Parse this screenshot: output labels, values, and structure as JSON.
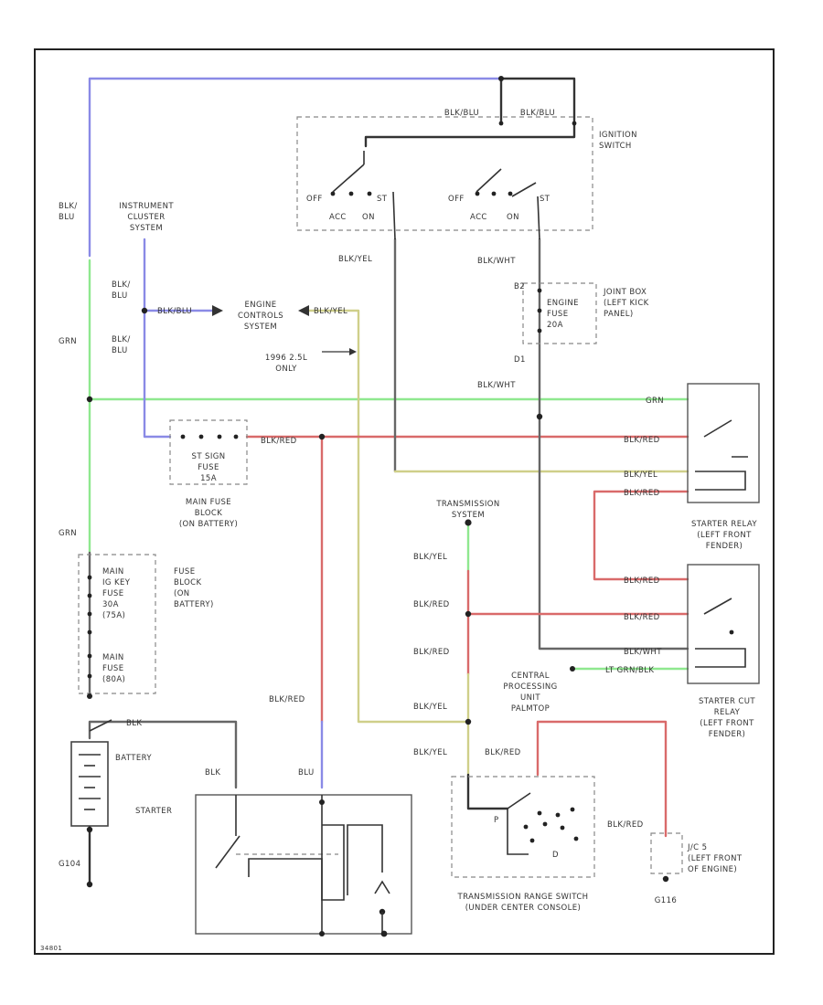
{
  "labels": {
    "ign_wire_left": "BLK/BLU",
    "ign_wire_right": "BLK/BLU",
    "ign_title_1": "IGNITION",
    "ign_title_2": "SWITCH",
    "sw1_off": "OFF",
    "sw1_st": "ST",
    "sw1_acc": "ACC",
    "sw1_on": "ON",
    "sw2_off": "OFF",
    "sw2_st": "ST",
    "sw2_acc": "ACC",
    "sw2_on": "ON",
    "left_blk_blu_1": "BLK/",
    "left_blk_blu_2": "BLU",
    "inst_1": "INSTRUMENT",
    "inst_2": "CLUSTER",
    "inst_3": "SYSTEM",
    "blkblu_a1": "BLK/",
    "blkblu_a2": "BLU",
    "blkblu_b1": "BLK/",
    "blkblu_b2": "BLU",
    "grn_a": "GRN",
    "grn_b": "GRN",
    "ecs_1": "ENGINE",
    "ecs_2": "CONTROLS",
    "ecs_3": "SYSTEM",
    "ecs_wire_l": "BLK/BLU",
    "ecs_wire_r": "BLK/YEL",
    "only_1": "1996 2.5L",
    "only_2": "ONLY",
    "blk_yel_a": "BLK/YEL",
    "blk_wht_a": "BLK/WHT",
    "blk_wht_b": "BLK/WHT",
    "jb_1": "JOINT BOX",
    "jb_2": "(LEFT KICK",
    "jb_3": "PANEL)",
    "jb_fuse_1": "ENGINE",
    "jb_fuse_2": "FUSE",
    "jb_fuse_3": "20A",
    "pin_b2": "B2",
    "pin_d1": "D1",
    "stfuse_1": "ST SIGN",
    "stfuse_2": "FUSE",
    "stfuse_3": "15A",
    "mfb_1": "MAIN FUSE",
    "mfb_2": "BLOCK",
    "mfb_3": "(ON BATTERY)",
    "blk_red_a": "BLK/RED",
    "grn_c": "GRN",
    "blk_red_b": "BLK/RED",
    "blk_yel_b": "BLK/YEL",
    "blk_red_c": "BLK/RED",
    "blk_red_d": "BLK/RED",
    "blk_wht_c": "BLK/WHT",
    "lt_green": "LT GRN/BLK",
    "sr_1": "STARTER RELAY",
    "sr_2": "(LEFT FRONT",
    "sr_3": "FENDER)",
    "sc_1": "STARTER CUT",
    "sc_2": "RELAY",
    "sc_3": "(LEFT FRONT",
    "sc_4": "FENDER)",
    "ts_1": "TRANSMISSION",
    "ts_2": "SYSTEM",
    "by_c": "BLK/YEL",
    "br_e": "BLK/RED",
    "br_f": "BLK/RED",
    "by_d": "BLK/YEL",
    "by_e": "BLK/YEL",
    "br_g": "BLK/RED",
    "cpu_1": "CENTRAL",
    "cpu_2": "PROCESSING",
    "cpu_3": "UNIT",
    "cpu_4": "PALMTOP",
    "mf_1": "MAIN",
    "mf_2": "FUSE",
    "mf_3": "BLOCK",
    "mf_4": "(ON",
    "mf_5": "BATTERY)",
    "key_1": "IG KEY",
    "key_2": "FUSE",
    "key_3": "30A",
    "key_4": "(75A)",
    "main_1": "MAIN",
    "main_2": "FUSE",
    "main_3": "(80A)",
    "battery": "BATTERY",
    "blk_bat": "BLK",
    "starter": "STARTER",
    "blk_st": "BLK",
    "blu_st": "BLU",
    "blk_red_st": "BLK/RED",
    "g104": "G104",
    "trs_1": "TRANSMISSION RANGE SWITCH",
    "trs_2": "(UNDER CENTER CONSOLE)",
    "blk_red_h": "BLK/RED",
    "jc_1": "J/C 5",
    "jc_2": "(LEFT FRONT",
    "jc_3": "OF ENGINE)",
    "g116": "G116",
    "trs_p": "P",
    "trs_d": "D",
    "code": "34801"
  }
}
